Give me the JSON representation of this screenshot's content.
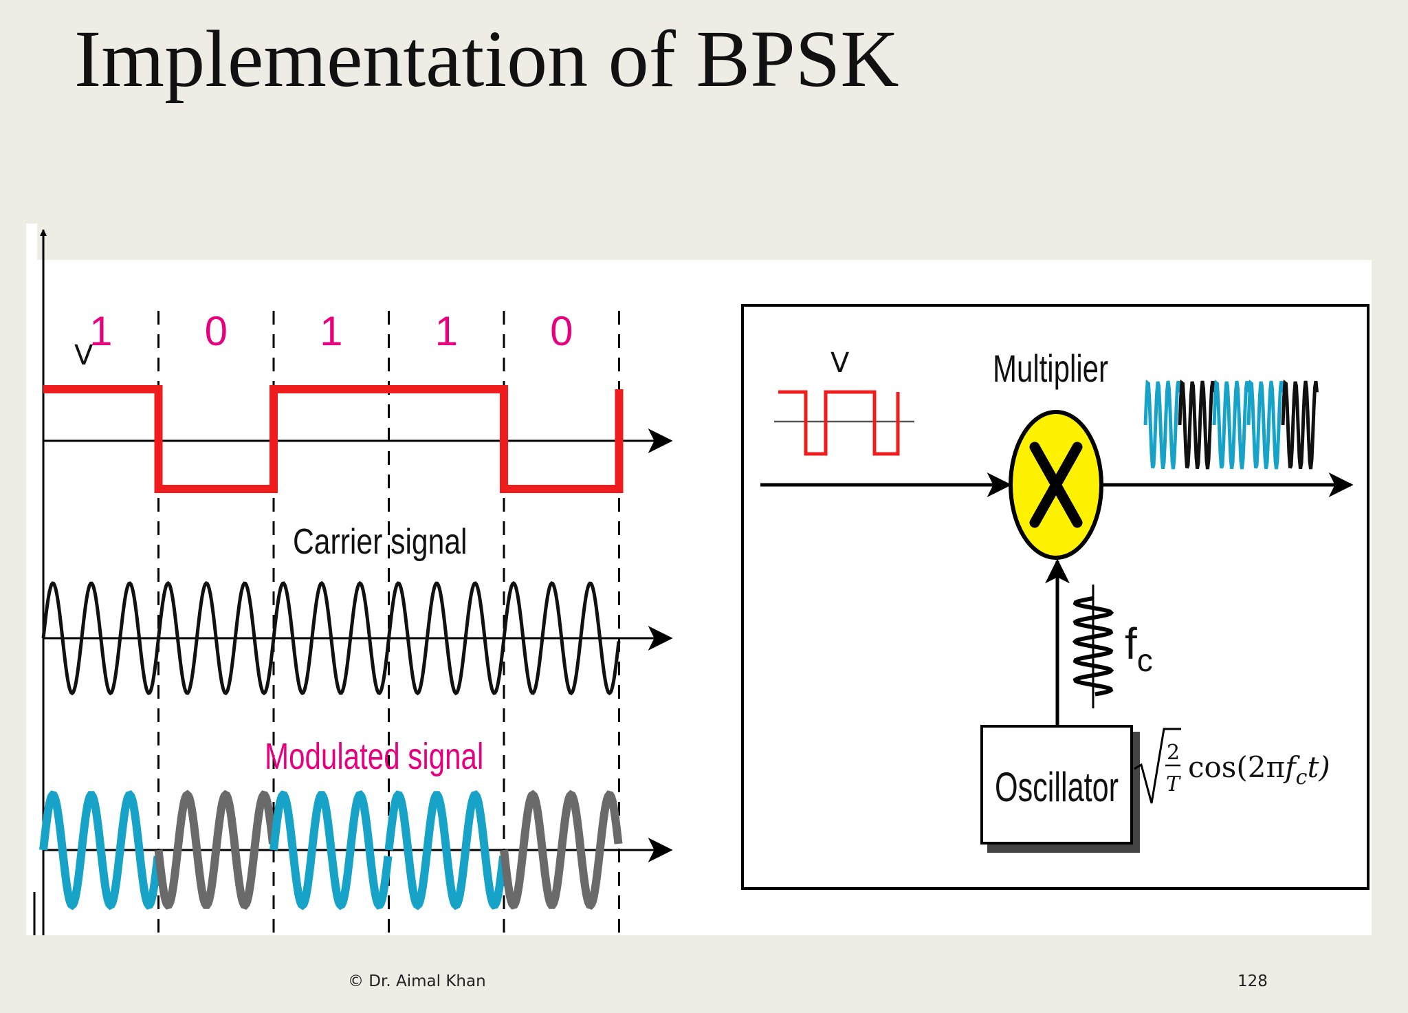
{
  "title": "Implementation of BPSK",
  "bits": [
    "1",
    "0",
    "1",
    "1",
    "0"
  ],
  "labels": {
    "v_axis": "V",
    "carrier": "Carrier signal",
    "modulated": "Modulated signal",
    "v_block": "V",
    "multiplier": "Multiplier",
    "fc_main": "f",
    "fc_sub": "c",
    "oscillator": "Oscillator",
    "formula_num": "2",
    "formula_den": "T",
    "formula_cos": "cos(2π",
    "formula_f": "f",
    "formula_sub": "c",
    "formula_t": "t)"
  },
  "colors": {
    "bits": "#e6007e",
    "digital": "#ee1c1c",
    "carrier": "#111111",
    "phase0": "#17a2c8",
    "phase180": "#6a6a6a",
    "multiplier_fill": "#fff200"
  },
  "footer": {
    "author": "© Dr. Aimal Khan",
    "page": "128"
  }
}
